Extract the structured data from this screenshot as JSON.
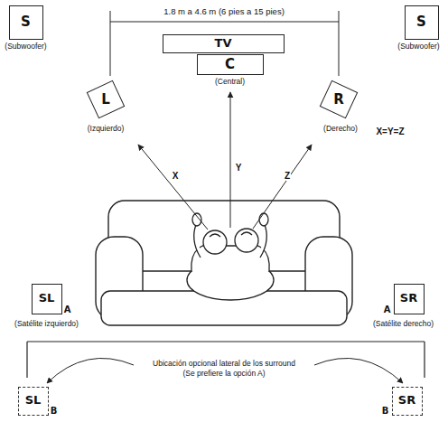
{
  "diagram": {
    "nodes": [
      {
        "text": [
          "S",
          "(Subwoofer)"
        ]
      },
      {
        "text": [
          "S",
          "(Subwoofer)"
        ]
      },
      {
        "text": [
          "TV"
        ]
      },
      {
        "text": [
          "C",
          "(Central)"
        ]
      },
      {
        "text": [
          "L",
          "(Izquierdo)"
        ]
      },
      {
        "text": [
          "R",
          "(Derecho)"
        ]
      },
      {
        "text": [
          "SL",
          "A",
          "(Satélite izquierdo)"
        ]
      },
      {
        "text": [
          "SR",
          "A",
          "(Satélite derecho)"
        ]
      },
      {
        "text": [
          "SL",
          "B"
        ]
      },
      {
        "text": [
          "SR",
          "B"
        ]
      }
    ],
    "labels": [
      "1.8 m a 4.6 m (6 pies a 15 pies)",
      "X",
      "Y",
      "Z",
      "X=Y=Z",
      "Ubicación opcional lateral de los surround",
      "(Se prefiere la opción A)"
    ]
  }
}
